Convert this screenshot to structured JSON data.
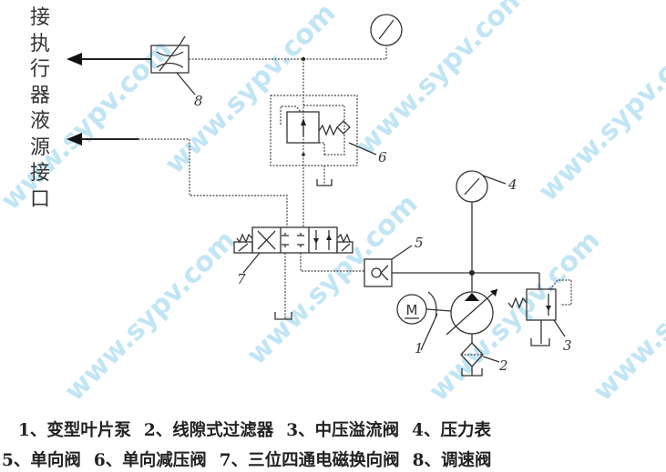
{
  "side_label": [
    "接",
    "执",
    "行",
    "器",
    "液",
    "源",
    "接",
    "口"
  ],
  "component_numbers": {
    "pump": "1",
    "filter": "2",
    "relief": "3",
    "gauge": "4",
    "check": "5",
    "reducing": "6",
    "directional": "7",
    "throttle": "8"
  },
  "motor_letter": "M",
  "caption": {
    "line1": [
      "1、变型叶片泵",
      "2、线隙式过滤器",
      "3、中压溢流阀",
      "4、压力表"
    ],
    "line2": [
      "5、单向阀",
      "6、单向减压阀",
      "7、三位四通电磁换向阀",
      "8、调速阀"
    ]
  },
  "watermark": "www.sypv.com"
}
